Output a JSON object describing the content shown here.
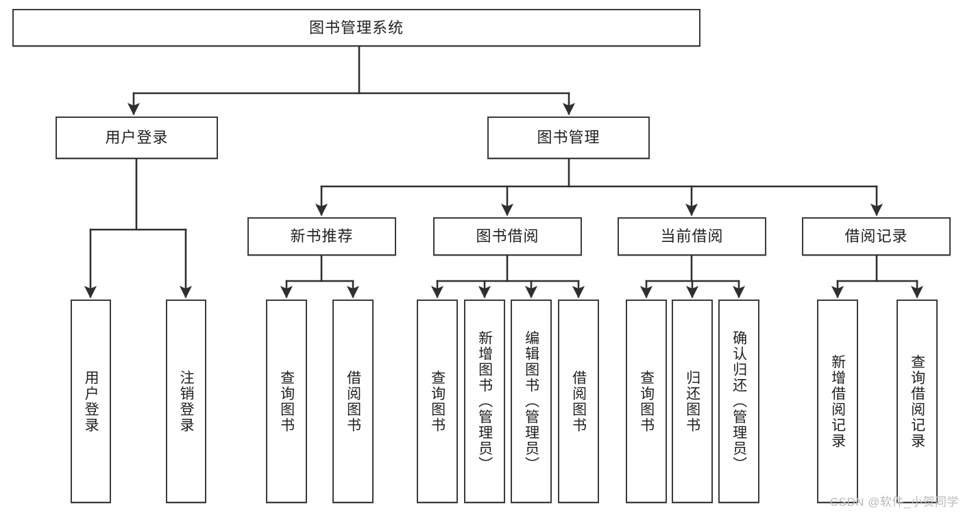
{
  "diagram": {
    "type": "tree-hierarchy",
    "title": "图书管理系统",
    "orientation": "top-down",
    "colors": {
      "box_border": "#3a3a3a",
      "box_fill": "#ffffff",
      "connector": "#2f2f2f",
      "text": "#1f1f1f",
      "watermark": "#b9b9b9"
    },
    "root": {
      "label": "图书管理系统"
    },
    "level1": [
      {
        "label": "用户登录"
      },
      {
        "label": "图书管理"
      }
    ],
    "level2": [
      {
        "label": "新书推荐"
      },
      {
        "label": "图书借阅"
      },
      {
        "label": "当前借阅"
      },
      {
        "label": "借阅记录"
      }
    ],
    "leaves": {
      "user_login": [
        {
          "label": "用户登录"
        },
        {
          "label": "注销登录"
        }
      ],
      "new_book_recommend": [
        {
          "label": "查询图书"
        },
        {
          "label": "借阅图书"
        }
      ],
      "book_borrow": [
        {
          "label": "查询图书"
        },
        {
          "label": "新增图书（管理员）"
        },
        {
          "label": "编辑图书（管理员）"
        },
        {
          "label": "借阅图书"
        }
      ],
      "current_borrow": [
        {
          "label": "查询图书"
        },
        {
          "label": "归还图书"
        },
        {
          "label": "确认归还（管理员）"
        }
      ],
      "borrow_record": [
        {
          "label": "新增借阅记录"
        },
        {
          "label": "查询借阅记录"
        }
      ]
    }
  },
  "watermark": {
    "text": "CSDN @软件_小贺同学"
  }
}
